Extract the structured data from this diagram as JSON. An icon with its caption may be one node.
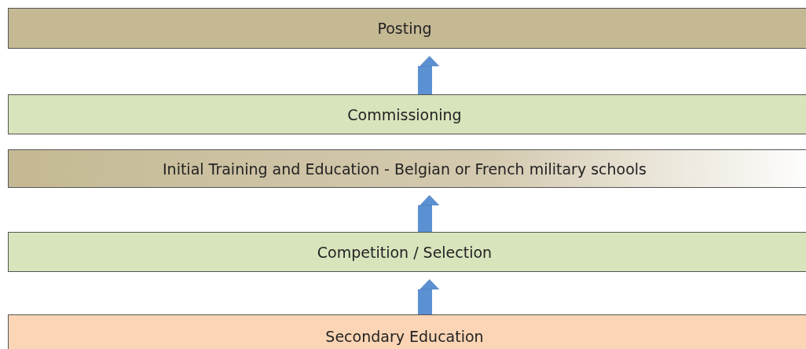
{
  "diagram": {
    "nodes": [
      {
        "text": [
          "Posting"
        ]
      },
      {
        "text": [
          "Commissioning"
        ]
      },
      {
        "text": [
          "Initial Training and Education - Belgian or French military schools"
        ]
      },
      {
        "text": [
          "Competition / Selection"
        ]
      },
      {
        "text": [
          "Secondary Education"
        ]
      }
    ],
    "edges": [
      {
        "from": 1,
        "to": 0,
        "arrow": "to"
      },
      {
        "from": 3,
        "to": 2,
        "arrow": "to"
      },
      {
        "from": 4,
        "to": 3,
        "arrow": "to"
      }
    ]
  }
}
